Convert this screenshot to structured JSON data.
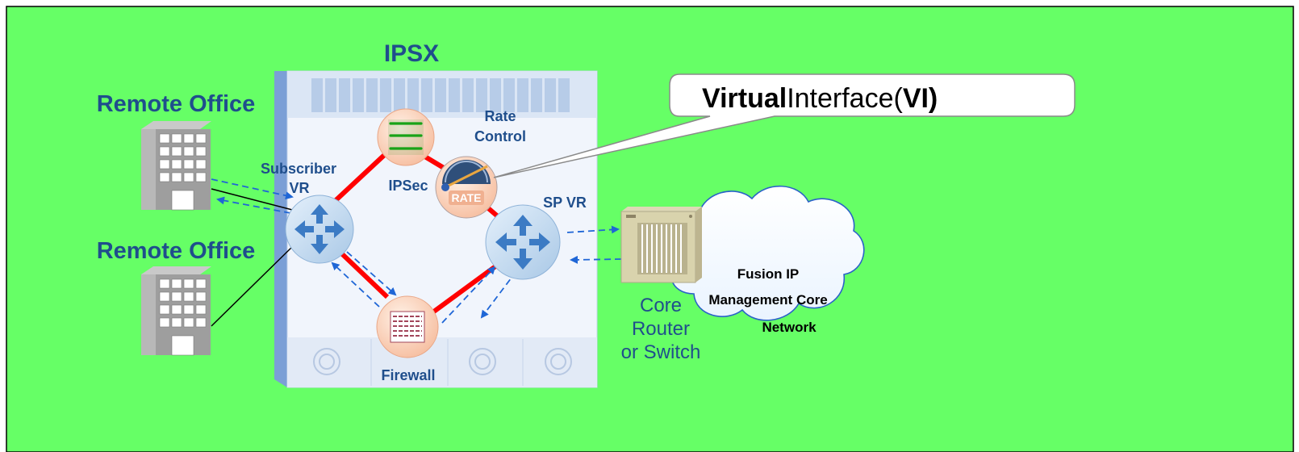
{
  "labels": {
    "ipsx": "IPSX",
    "remote_office_1": "Remote Office",
    "remote_office_2": "Remote Office",
    "subscriber_vr_line1": "Subscriber",
    "subscriber_vr_line2": "VR",
    "ipsec": "IPSec",
    "rate_control_line1": "Rate",
    "rate_control_line2": "Control",
    "rate_badge": "RATE",
    "sp_vr": "SP VR",
    "firewall": "Firewall",
    "core_line1": "Core",
    "core_line2": "Router",
    "core_line3": "or Switch",
    "cloud_line1": "Fusion IP",
    "cloud_line2": "Management Core",
    "cloud_line3": "Network"
  },
  "callout": {
    "bold_left": "Virtual",
    "normal": "Interface(",
    "bold_right": "VI)"
  },
  "colors": {
    "background": "#66ff66",
    "label_blue": "#1f4e8c",
    "red_link": "#ff0000",
    "dashed_arrow": "#1f66d6"
  }
}
